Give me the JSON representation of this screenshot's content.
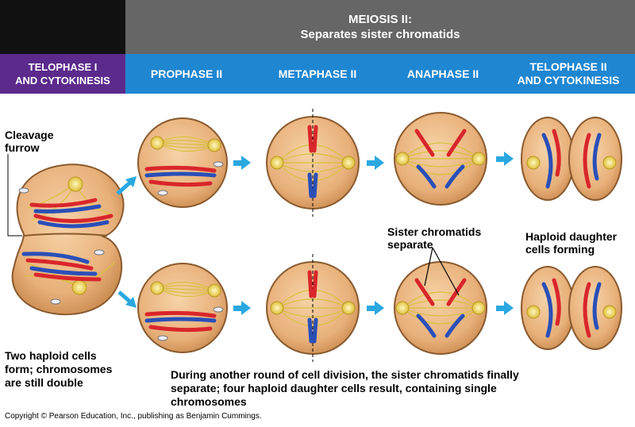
{
  "header": {
    "title_line1": "MEIOSIS II:",
    "title_line2": "Separates sister chromatids",
    "phases": [
      {
        "line1": "TELOPHASE I",
        "line2": "AND CYTOKINESIS"
      },
      {
        "line1": "PROPHASE II",
        "line2": ""
      },
      {
        "line1": "METAPHASE II",
        "line2": ""
      },
      {
        "line1": "ANAPHASE II",
        "line2": ""
      },
      {
        "line1": "TELOPHASE II",
        "line2": "AND CYTOKINESIS"
      }
    ]
  },
  "labels": {
    "cleavage_furrow_1": "Cleavage",
    "cleavage_furrow_2": "furrow",
    "sister_chromatids_1": "Sister chromatids",
    "sister_chromatids_2": "separate",
    "haploid_forming_1": "Haploid daughter",
    "haploid_forming_2": "cells forming",
    "two_haploid_1": "Two haploid cells",
    "two_haploid_2": "form; chromosomes",
    "two_haploid_3": "are still double",
    "caption_1": "During another round of cell division, the sister chromatids finally",
    "caption_2": "separate; four haploid daughter cells result, containing single",
    "caption_3": "chromosomes"
  },
  "copyright": "Copyright © Pearson Education, Inc., publishing as Benjamin Cummings.",
  "colors": {
    "header_black": "#111111",
    "header_gray": "#666666",
    "header_purple": "#5b2a8c",
    "header_blue": "#1f86d1",
    "cell_fill": "#e8b07a",
    "cell_border": "#8a5a2e",
    "chromosome_red": "#d9262b",
    "chromosome_blue": "#2a4fb8",
    "spindle": "#d8c23a",
    "arrow": "#2aa8e0"
  },
  "icons": [
    "right-arrow-icon",
    "diagonal-arrow-icon"
  ]
}
